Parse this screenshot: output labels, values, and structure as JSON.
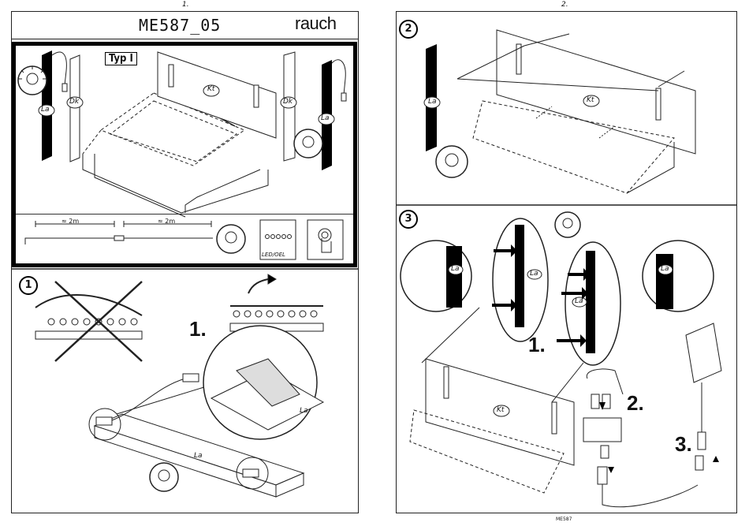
{
  "pages": {
    "left_number": "1.",
    "right_number": "2."
  },
  "header": {
    "model": "ME587_05",
    "brand": "rauch"
  },
  "overview": {
    "type_label": "Typ I",
    "part_kt": "Kt",
    "part_dk": "Dk",
    "part_la": "La",
    "cable_left": "≈ 2m",
    "cable_right": "≈ 2m",
    "led_label": "LED/OEL"
  },
  "steps": {
    "s1": {
      "number": "1",
      "sub": "1.",
      "part_la": "La",
      "part_la_detail": "La"
    },
    "s2": {
      "number": "2",
      "part_la": "La",
      "part_kt": "Kt"
    },
    "s3": {
      "number": "3",
      "sub1": "1.",
      "sub2": "2.",
      "sub3": "3.",
      "part_la": "La",
      "part_kt": "Kt"
    }
  },
  "footer": {
    "code": "ME587"
  },
  "icons": [
    "bulb-icon",
    "touch-icon",
    "led-icon",
    "arrow-icon"
  ]
}
